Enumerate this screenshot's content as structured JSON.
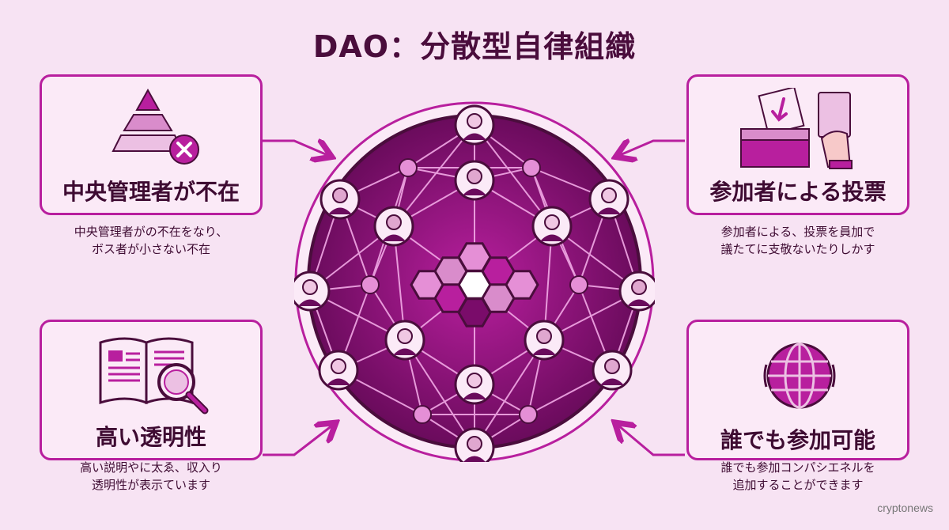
{
  "title": "DAO：分散型自律組織",
  "cards": {
    "top_left": {
      "title": "中央管理者が不在",
      "desc1": "中央管理者がの不在をなり、",
      "desc2": "ボス者が小さない不在"
    },
    "top_right": {
      "title": "参加者による投票",
      "desc1": "参加者による、投票を員加で",
      "desc2": "議たてに支敬ないたりしかす"
    },
    "bottom_left": {
      "title": "高い透明性",
      "desc1": "高い説明やに太ゑ、収入り",
      "desc2": "透明性が表示ています"
    },
    "bottom_right": {
      "title": "誰でも参加可能",
      "desc1": "誰でも参加コンパシエネルを",
      "desc2": "追加することができます"
    }
  },
  "icons": {
    "top_left": "pyramid-with-x-icon",
    "top_right": "ballot-box-icon",
    "bottom_left": "book-magnifier-icon",
    "bottom_right": "globe-icon"
  },
  "watermark": "cryptonews",
  "colors": {
    "accent": "#b81f9e",
    "dark": "#5a0a4e",
    "background": "#f7e3f3"
  }
}
